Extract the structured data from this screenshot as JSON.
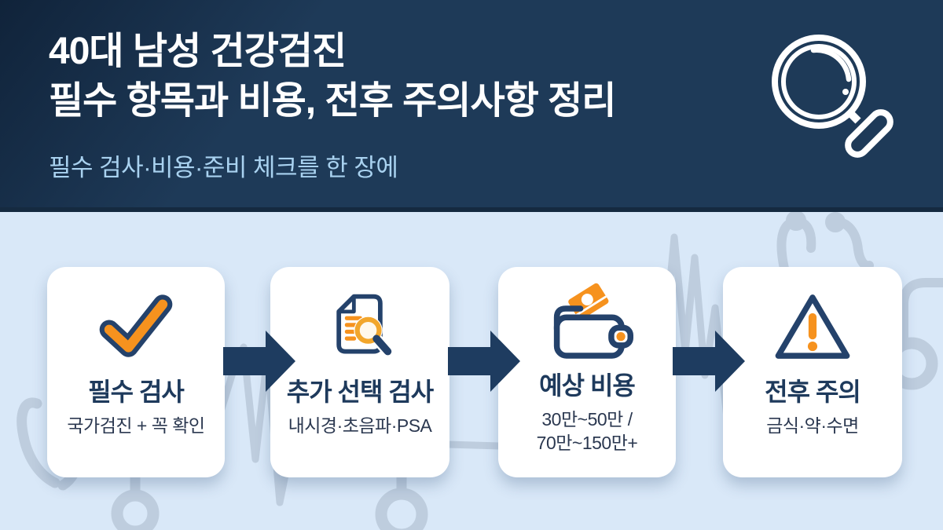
{
  "header": {
    "title_line1": "40대 남성 건강검진",
    "title_line2": "필수 항목과 비용, 전후 주의사항 정리",
    "subtitle": "필수 검사·비용·준비 체크를 한 장에",
    "icon": "magnifier-icon"
  },
  "steps": [
    {
      "icon": "check-icon",
      "title": "필수 검사",
      "subtitle": "국가검진 + 꼭 확인"
    },
    {
      "icon": "document-search-icon",
      "title": "추가 선택 검사",
      "subtitle": "내시경·초음파·PSA"
    },
    {
      "icon": "wallet-icon",
      "title": "예상 비용",
      "subtitle": "30만~50만 /",
      "subtitle2": "70만~150만+"
    },
    {
      "icon": "warning-icon",
      "title": "전후 주의",
      "subtitle": "금식·약·수면"
    }
  ],
  "colors": {
    "header_bg": "#1e3a58",
    "header_bottom_border": "#152a40",
    "body_bg": "#d9e8f8",
    "card_bg": "#ffffff",
    "title_white": "#ffffff",
    "header_subtitle_blue": "#a9d2f0",
    "navy_icon": "#24426b",
    "text_navy": "#1e3a5c",
    "text_dark": "#2b3850",
    "orange": "#f6921e",
    "arrow_navy": "#1e3c60",
    "decoration_gray": "#b6c3d3"
  },
  "decorations": [
    "ekg-line",
    "stethoscope-left",
    "stethoscope-right"
  ]
}
